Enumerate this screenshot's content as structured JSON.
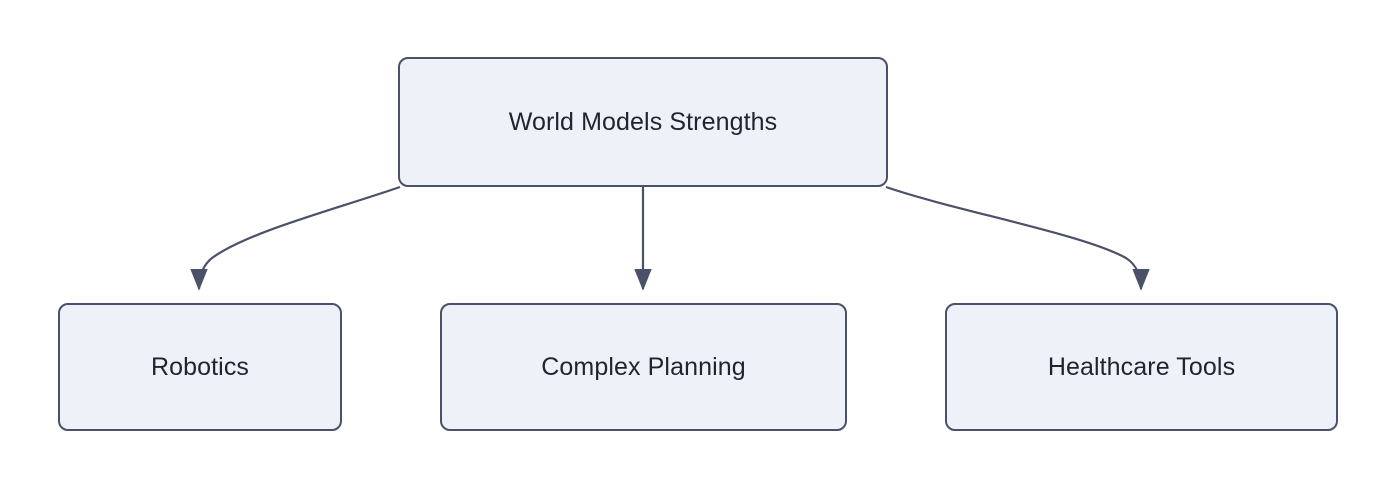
{
  "diagram": {
    "type": "flowchart-tree",
    "direction": "top-down",
    "background_color": "#ffffff",
    "node_fill_color": "#eef1f7",
    "node_border_color": "#4a5168",
    "node_text_color": "#1f2430",
    "edge_color": "#4a5168",
    "root": {
      "id": "root",
      "label": "World Models Strengths"
    },
    "children": [
      {
        "id": "robotics",
        "label": "Robotics"
      },
      {
        "id": "planning",
        "label": "Complex Planning"
      },
      {
        "id": "healthcare",
        "label": "Healthcare Tools"
      }
    ],
    "edges": [
      {
        "from": "World Models Strengths",
        "to": "Robotics",
        "style": "curved",
        "arrow": "triangle"
      },
      {
        "from": "World Models Strengths",
        "to": "Complex Planning",
        "style": "straight",
        "arrow": "triangle"
      },
      {
        "from": "World Models Strengths",
        "to": "Healthcare Tools",
        "style": "curved",
        "arrow": "triangle"
      }
    ]
  }
}
